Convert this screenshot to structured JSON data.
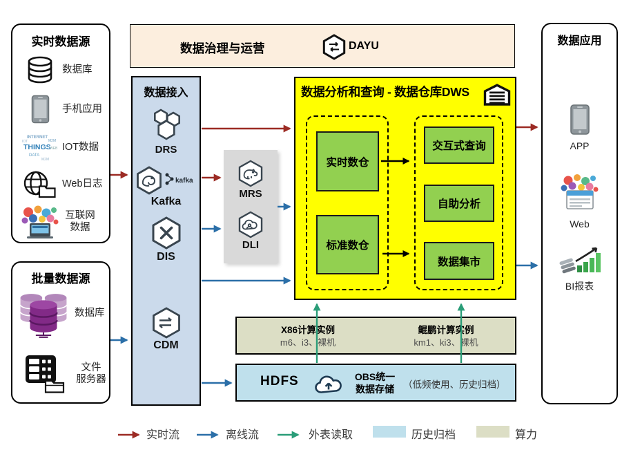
{
  "colors": {
    "realtime_flow_red": "#9C2B24",
    "offline_flow_blue": "#2B6FA8",
    "external_read_teal": "#2A9D78",
    "dws_yellow": "#FFFF00",
    "module_green": "#92D050",
    "governance_peach": "#FCEEDE",
    "access_blue": "#CBDAEB",
    "middleware_gray": "#D9D9D9",
    "compute_olive": "#DCDEC5",
    "storage_lightblue": "#BFE0EC"
  },
  "realtime_sources": {
    "title": "实时数据源",
    "items": [
      {
        "label": "数据库",
        "icon": "database-icon"
      },
      {
        "label": "手机应用",
        "icon": "mobile-phone-icon"
      },
      {
        "label": "IOT数据",
        "icon": "iot-wordcloud-icon"
      },
      {
        "label": "Web日志",
        "icon": "globe-folder-icon"
      },
      {
        "label": "互联网\n数据",
        "icon": "internet-wordcloud-icon"
      }
    ],
    "iot_words": {
      "w1": "INTERNET",
      "w2": "THINGS",
      "w3": "M2M",
      "w4": "IOT",
      "w5": "DATA",
      "w6": "WEB"
    }
  },
  "batch_sources": {
    "title": "批量数据源",
    "items": [
      {
        "label": "数据库",
        "icon": "database-stack-icon"
      },
      {
        "label": "文件\n服务器",
        "icon": "file-server-icon"
      }
    ]
  },
  "governance": {
    "title": "数据治理与运营",
    "product": "DAYU",
    "icon": "dayu-hexagon-icon"
  },
  "access": {
    "title": "数据接入",
    "items": [
      {
        "label": "DRS",
        "icon": "drs-hexagon-icon"
      },
      {
        "label": "Kafka",
        "icon": "kafka-hexagon-icon",
        "logo_text": "kafka"
      },
      {
        "label": "DIS",
        "icon": "dis-hexagon-icon"
      },
      {
        "label": "CDM",
        "icon": "cdm-hexagon-icon"
      }
    ]
  },
  "middleware": {
    "items": [
      {
        "label": "MRS",
        "icon": "mrs-hexagon-icon"
      },
      {
        "label": "DLI",
        "icon": "dli-hexagon-icon"
      }
    ]
  },
  "dws": {
    "title": "数据分析和查询 - 数据仓库DWS",
    "icon": "warehouse-icon",
    "left_group": {
      "realtime_dw": "实时数仓",
      "standard_dw": "标准数仓"
    },
    "right_group": {
      "interactive_query": "交互式查询",
      "self_service": "自助分析",
      "data_mart": "数据集市"
    }
  },
  "compute": {
    "groups": [
      {
        "title": "X86计算实例",
        "subtitle": "m6、i3、裸机"
      },
      {
        "title": "鲲鹏计算实例",
        "subtitle": "km1、ki3、裸机"
      }
    ]
  },
  "storage": {
    "title": "HDFS",
    "obs_line1": "OBS统一",
    "obs_line2": "数据存储",
    "note": "（低频使用、历史归档）",
    "icon": "obs-cloud-upload-icon"
  },
  "apps": {
    "title": "数据应用",
    "items": [
      {
        "label": "APP",
        "icon": "app-phone-icon"
      },
      {
        "label": "Web",
        "icon": "web-browser-icon"
      },
      {
        "label": "BI报表",
        "icon": "bi-report-icon"
      }
    ]
  },
  "legend": {
    "items": [
      {
        "label": "实时流",
        "type": "arrow",
        "color": "#9C2B24"
      },
      {
        "label": "离线流",
        "type": "arrow",
        "color": "#2B6FA8"
      },
      {
        "label": "外表读取",
        "type": "arrow",
        "color": "#2A9D78"
      },
      {
        "label": "历史归档",
        "type": "swatch",
        "color": "#BFE0EC"
      },
      {
        "label": "算力",
        "type": "swatch",
        "color": "#DCDEC5"
      }
    ]
  }
}
